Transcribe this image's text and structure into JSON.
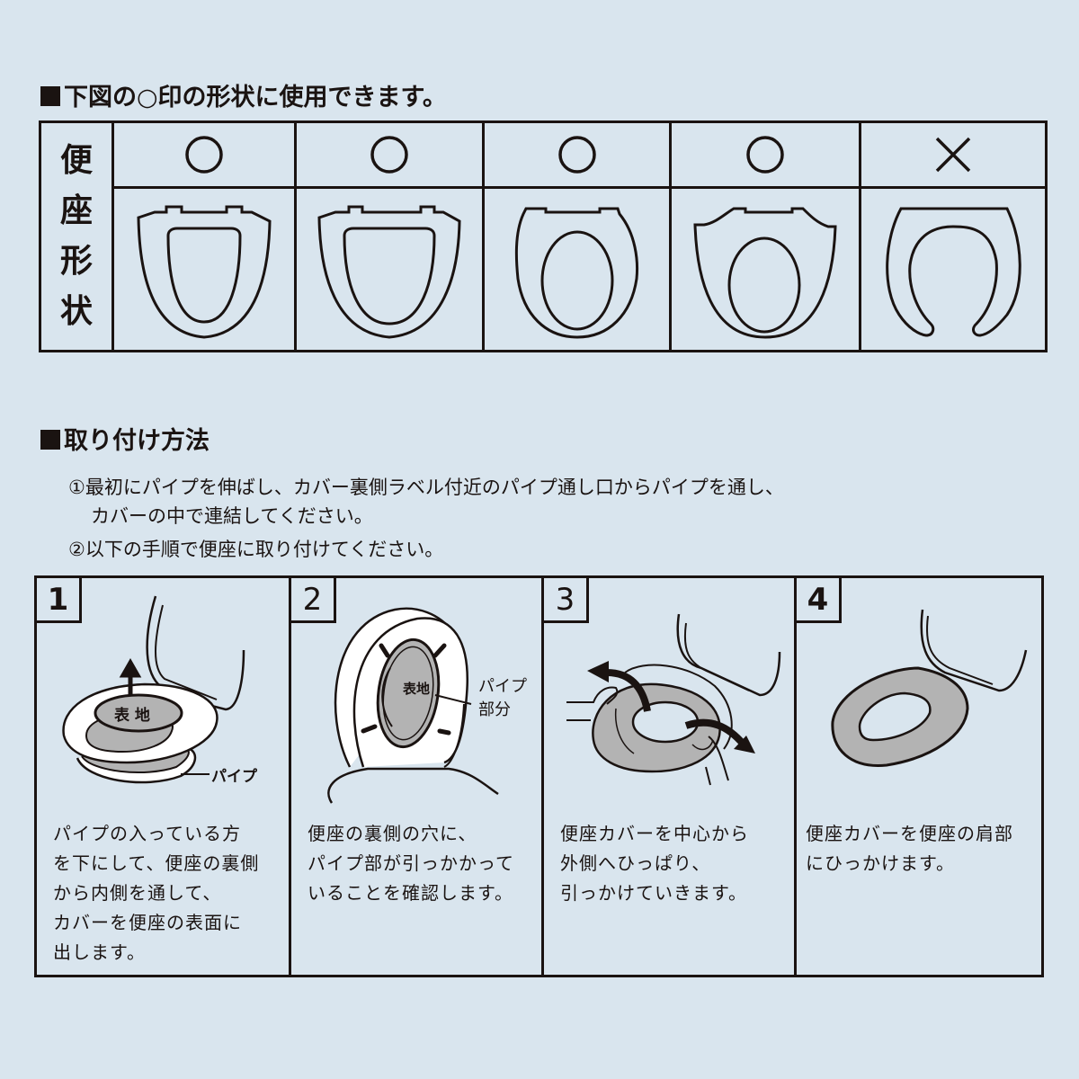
{
  "sections": {
    "compatibility": {
      "heading": "下図の○印の形状に使用できます。",
      "row_label_chars": [
        "便",
        "座",
        "形",
        "状"
      ],
      "row_label": "便座形状",
      "shapes": [
        {
          "mark": "○",
          "compatible": true,
          "shape": "elongated-square-with-hinge-tabs"
        },
        {
          "mark": "○",
          "compatible": true,
          "shape": "rounded-square-with-hinge-tabs"
        },
        {
          "mark": "○",
          "compatible": true,
          "shape": "round-oval"
        },
        {
          "mark": "○",
          "compatible": true,
          "shape": "shouldered-oval"
        },
        {
          "mark": "×",
          "compatible": false,
          "shape": "open-front-u-shape"
        }
      ]
    },
    "installation": {
      "heading": "取り付け方法",
      "instructions": [
        {
          "line1": "①最初にパイプを伸ばし、カバー裏側ラベル付近のパイプ通し口からパイプを通し、",
          "line2": "カバーの中で連結してください。"
        },
        {
          "line1": "②以下の手順で便座に取り付けてください。"
        }
      ],
      "steps": [
        {
          "number": "1",
          "callouts": {
            "surface": "表 地",
            "pipe": "パイプ"
          },
          "lines": [
            "パイプの入っている方",
            "を下にして、便座の裏側",
            "から内側を通して、",
            "カバーを便座の表面に",
            "出します。"
          ]
        },
        {
          "number": "2",
          "callouts": {
            "surface": "表地",
            "pipe_part_1": "パイプ",
            "pipe_part_2": "部分"
          },
          "lines": [
            "便座の裏側の穴に、",
            "パイプ部が引っかかって",
            "いることを確認します。"
          ]
        },
        {
          "number": "3",
          "lines": [
            "便座カバーを中心から",
            "外側へひっぱり、",
            "引っかけていきます。"
          ]
        },
        {
          "number": "4",
          "lines": [
            "便座カバーを便座の肩部",
            "にひっかけます。"
          ]
        }
      ]
    }
  },
  "colors": {
    "background": "#d9e5ee",
    "ink": "#1a1311",
    "cover_gray": "#b3b3b3",
    "seat_white": "#ffffff"
  }
}
